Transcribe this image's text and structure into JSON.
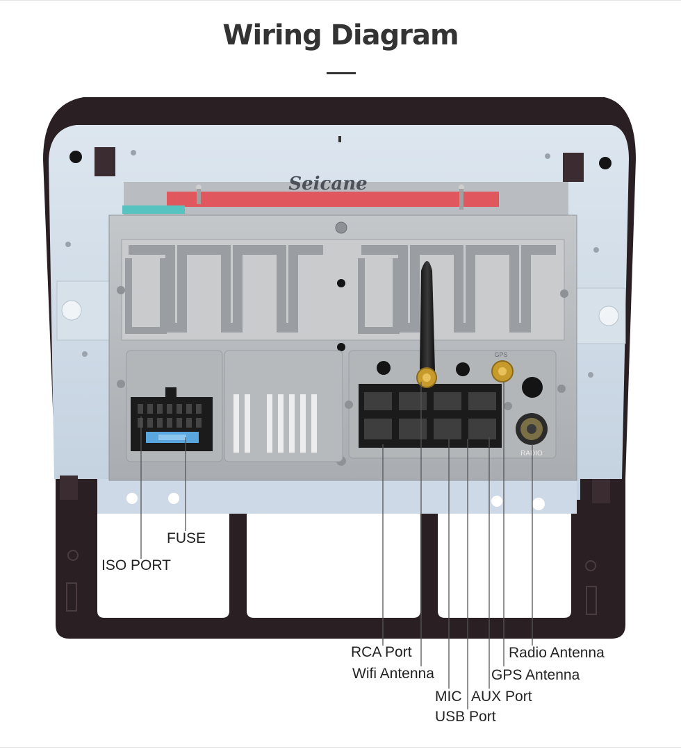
{
  "header": {
    "title": "Wiring Diagram"
  },
  "device": {
    "brand": "Seicane",
    "gps_mark": "GPS",
    "radio_mark": "RADIO"
  },
  "labels": {
    "fuse": "FUSE",
    "iso_port": "ISO PORT",
    "rca_port": "RCA Port",
    "wifi_antenna": "Wifi Antenna",
    "mic": "MIC",
    "usb_port": "USB Port",
    "aux_port": "AUX Port",
    "gps_antenna": "GPS Antenna",
    "radio_antenna": "Radio Antenna"
  },
  "colors": {
    "title": "#333333",
    "frame": "#2a1f22",
    "panel": "#cfdbe8",
    "chassis": "#b9bcbf",
    "heatsink": "#c9cbcd",
    "connector": "#1b1b1b",
    "fuse": "#5aa7e0",
    "callout_line": "#555555"
  }
}
